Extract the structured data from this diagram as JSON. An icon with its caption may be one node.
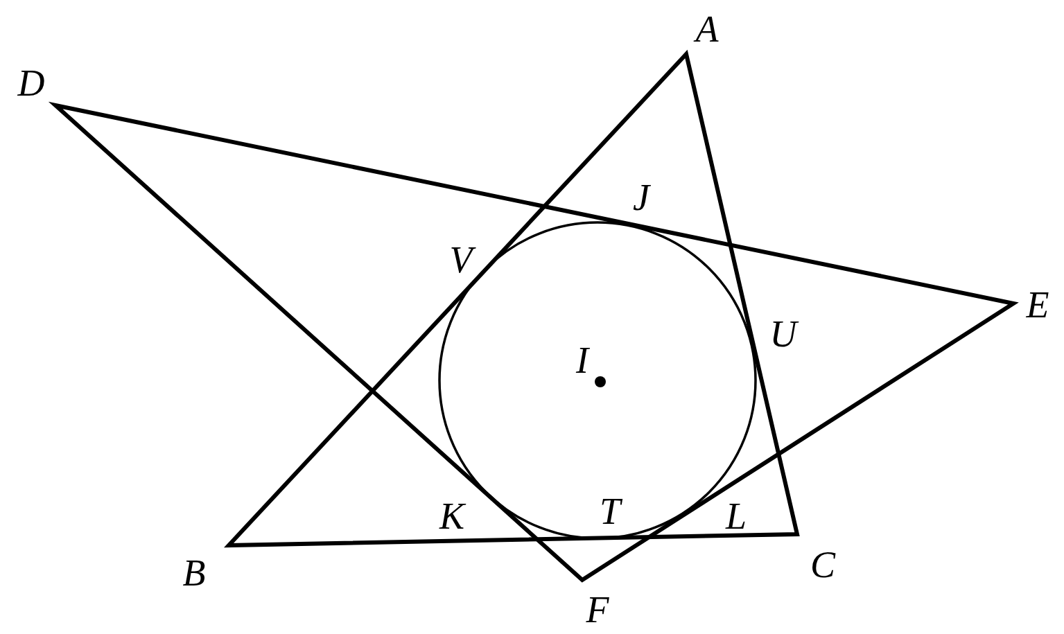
{
  "diagram": {
    "labels": [
      "A",
      "D",
      "J",
      "V",
      "E",
      "U",
      "I",
      "K",
      "T",
      "L",
      "C",
      "B",
      "F"
    ]
  }
}
